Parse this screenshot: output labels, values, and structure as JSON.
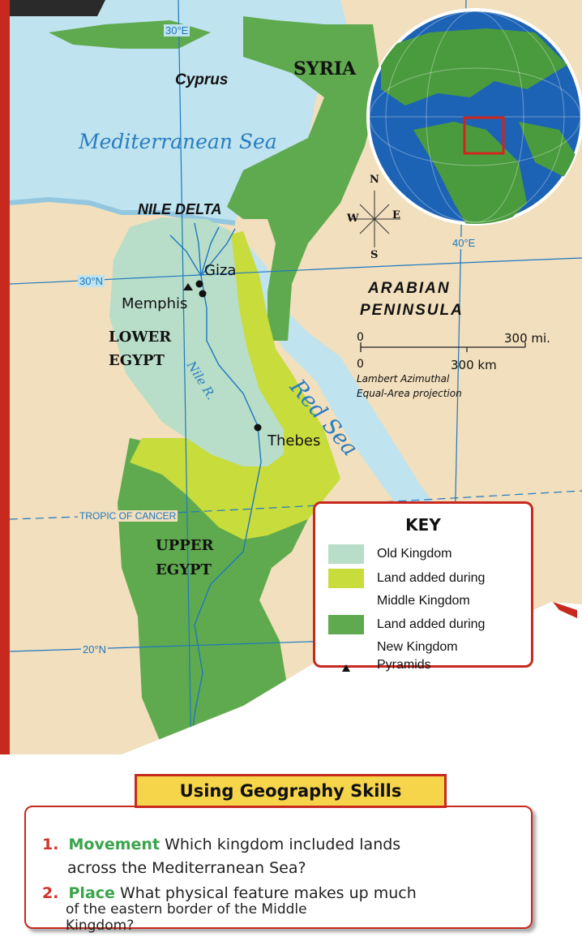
{
  "map": {
    "labels": {
      "syria": "SYRIA",
      "cyprus": "Cyprus",
      "mediterranean": "Mediterranean Sea",
      "nile_delta": "NILE DELTA",
      "giza": "Giza",
      "memphis": "Memphis",
      "lower_egypt_1": "LOWER",
      "lower_egypt_2": "EGYPT",
      "upper_egypt_1": "UPPER",
      "upper_egypt_2": "EGYPT",
      "nile_river": "Nile R.",
      "thebes": "Thebes",
      "red_sea": "Red Sea",
      "arabian_1": "ARABIAN",
      "arabian_2": "PENINSULA"
    },
    "gridlines": {
      "lon30": "30°E",
      "lon40": "40°E",
      "lat30": "30°N",
      "lat20": "20°N",
      "tropic": "TROPIC OF CANCER"
    },
    "compass": {
      "n": "N",
      "s": "S",
      "e": "E",
      "w": "W"
    },
    "scale": {
      "zero_mi": "0",
      "mi": "300 mi.",
      "zero_km": "0",
      "km": "300 km",
      "projection_1": "Lambert Azimuthal",
      "projection_2": "Equal-Area projection"
    },
    "colors": {
      "water": "#bfe3ef",
      "land": "#f1dfbd",
      "old_kingdom": "#b8ddc9",
      "middle_kingdom": "#c8dc3c",
      "new_kingdom": "#5faa4e",
      "accent_red": "#c8291f",
      "grid_blue": "#1e78c0"
    }
  },
  "key": {
    "title": "KEY",
    "items": [
      {
        "lines": [
          "Old Kingdom"
        ],
        "color": "#b8ddc9"
      },
      {
        "lines": [
          "Land added during",
          "Middle Kingdom"
        ],
        "color": "#c8dc3c"
      },
      {
        "lines": [
          "Land added during",
          "New Kingdom"
        ],
        "color": "#5faa4e"
      },
      {
        "lines": [
          "Pyramids"
        ],
        "symbol": "triangle"
      }
    ]
  },
  "skills": {
    "title": "Using Geography Skills",
    "questions": [
      {
        "num": "1.",
        "keyword": "Movement",
        "lines": [
          "Which kingdom included lands",
          "across the Mediterranean Sea?"
        ]
      },
      {
        "num": "2.",
        "keyword": "Place",
        "lines": [
          "What physical feature makes up much",
          "of the eastern border of the Middle",
          "Kingdom?"
        ]
      }
    ]
  }
}
